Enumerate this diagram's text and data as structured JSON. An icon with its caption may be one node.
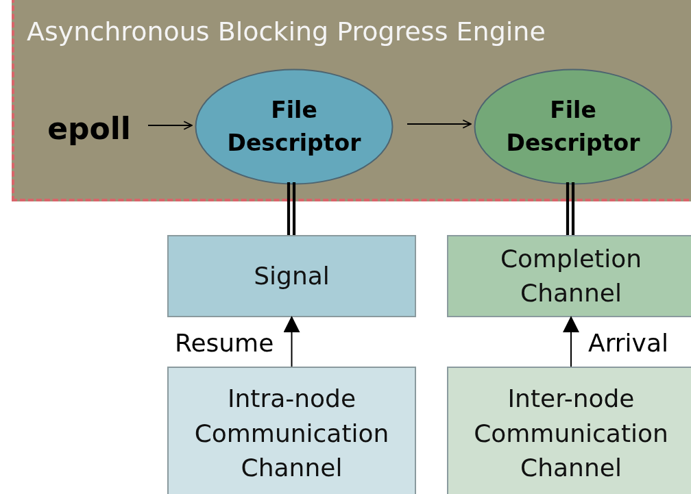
{
  "diagram": {
    "nodes": [
      {
        "text": [
          "Asynchronous Blocking Progress Engine"
        ]
      },
      {
        "text": [
          "epoll"
        ],
        "in": 0
      },
      {
        "text": [
          "File Descriptor"
        ],
        "in": 0
      },
      {
        "text": [
          "File Descriptor"
        ],
        "in": 0
      },
      {
        "text": [
          "Signal"
        ]
      },
      {
        "text": [
          "Completion Channel"
        ]
      },
      {
        "text": [
          "Intra-node Communication Channel"
        ]
      },
      {
        "text": [
          "Inter-node Communication Channel"
        ]
      }
    ],
    "edges": [
      {
        "from": 1,
        "to": 2,
        "arrow": "to"
      },
      {
        "from": 2,
        "to": 3,
        "arrow": "to"
      },
      {
        "from": 2,
        "to": 4,
        "arrow": "none",
        "style": "thick"
      },
      {
        "from": 3,
        "to": 5,
        "arrow": "none",
        "style": "thick"
      },
      {
        "from": 6,
        "to": 4,
        "arrow": "to",
        "label": "Resume"
      },
      {
        "from": 7,
        "to": 5,
        "arrow": "to",
        "label": "Arrival"
      }
    ]
  }
}
